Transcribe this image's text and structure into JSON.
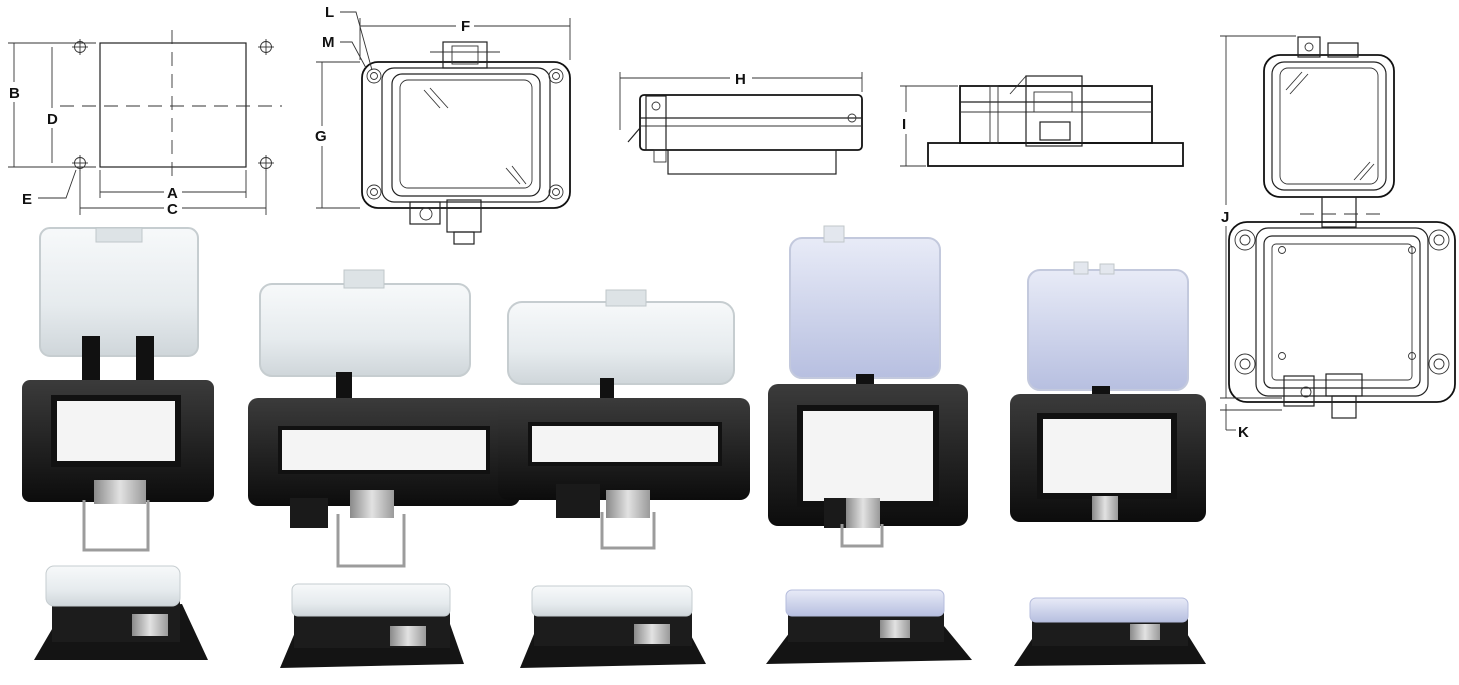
{
  "dimension_labels": {
    "a": "A",
    "b": "B",
    "c": "C",
    "d": "D",
    "e": "E",
    "f": "F",
    "g": "G",
    "h": "H",
    "i": "I",
    "j": "J",
    "k": "K",
    "l": "L",
    "m": "M"
  },
  "colors": {
    "line": "#222222",
    "housing": "#161616",
    "housing_highlight": "#3a3a3a",
    "cover_clear": "#e9eef0",
    "cover_tint": "#c9cfe8",
    "latch_metal": "#b8b8b8",
    "background": "#ffffff"
  }
}
